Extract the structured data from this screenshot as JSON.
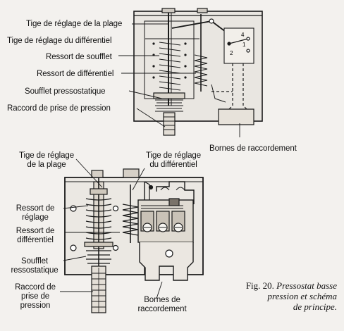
{
  "top_figure": {
    "labels": {
      "range_rod": "Tige de réglage de la plage",
      "diff_rod": "Tige de réglage du différentiel",
      "bellows_spring": "Ressort de soufflet",
      "diff_spring": "Ressort de différentiel",
      "bellows": "Soufflet pressostatique",
      "pressure_fitting": "Raccord de prise de pression",
      "terminals": "Bornes de raccordement"
    },
    "contact_marks": {
      "c1": "1",
      "c2": "2",
      "c4": "4"
    }
  },
  "bottom_figure": {
    "labels": {
      "range_rod_l1": "Tige de réglage",
      "range_rod_l2": "de la plage",
      "diff_rod_l1": "Tige de réglage",
      "diff_rod_l2": "du différentiel",
      "adj_spring_l1": "Ressort de",
      "adj_spring_l2": "réglage",
      "diff_spring_l1": "Ressort de",
      "diff_spring_l2": "différentiel",
      "bellows_l1": "Soufflet",
      "bellows_l2": "ressostatique",
      "fitting_l1": "Raccord de",
      "fitting_l2": "prise de",
      "fitting_l3": "pression",
      "terminals_l1": "Bornes de",
      "terminals_l2": "raccordement"
    }
  },
  "caption": {
    "fig_number": "Fig. 20.",
    "line1_italic": "Pressostat basse",
    "line2": "pression et schéma",
    "line3": "de principe."
  }
}
